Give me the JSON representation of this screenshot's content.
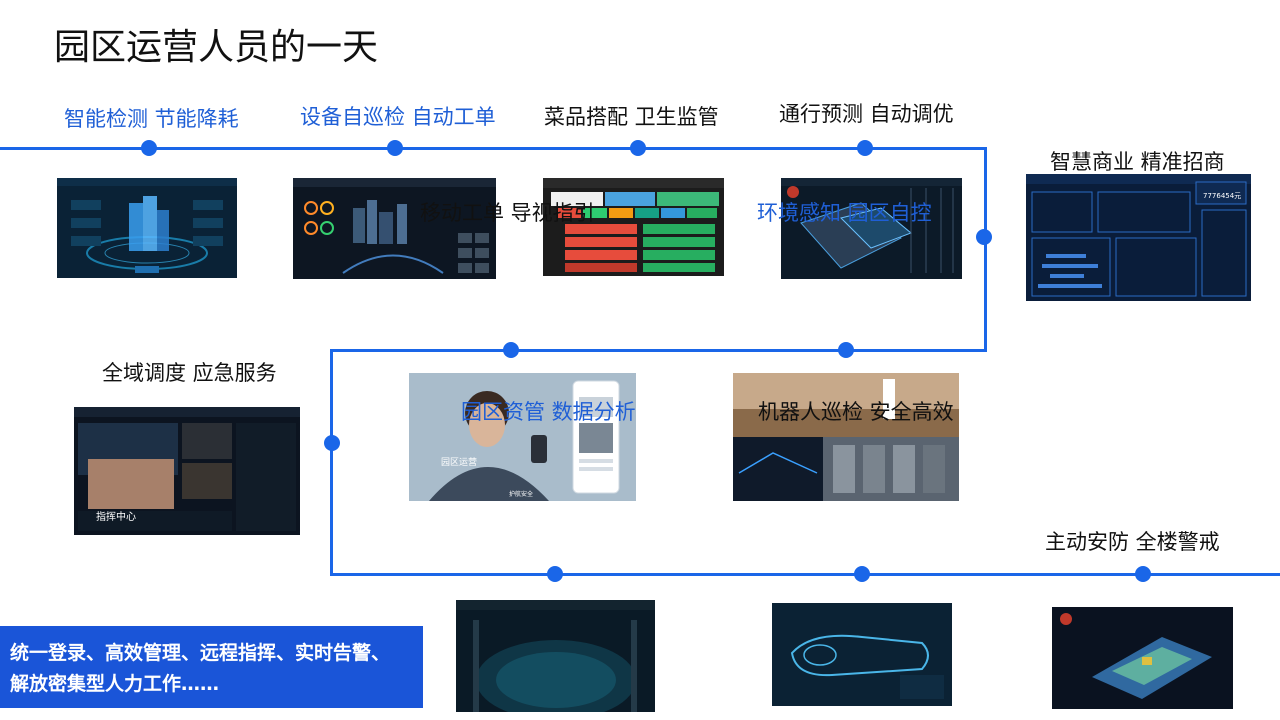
{
  "title": "园区运营人员的一天",
  "steps": {
    "s1": "智能检测 节能降耗",
    "s2": "设备自巡检 自动工单",
    "s3": "菜品搭配 卫生监管",
    "s4": "通行预测 自动调优",
    "s5": "智慧商业 精准招商",
    "s6": "全域调度 应急服务",
    "s7": "主动安防 全楼警戒",
    "overlay1": "移动工单 导视指引",
    "overlay2": "环境感知 园区自控",
    "overlay3": "园区资管 数据分析",
    "overlay4": "机器人巡检 安全高效"
  },
  "screens": {
    "commerce_value": "7776454元",
    "command_caption": "指挥中心",
    "worker_badge": "园区运营",
    "worker_shirt": "护航安全"
  },
  "banner": {
    "line1": "统一登录、高效管理、远程指挥、实时告警、",
    "line2": "解放密集型人力工作……"
  },
  "colors": {
    "accent": "#1a66e8",
    "banner": "#1a55d8",
    "blue_text": "#1f5fd6"
  }
}
